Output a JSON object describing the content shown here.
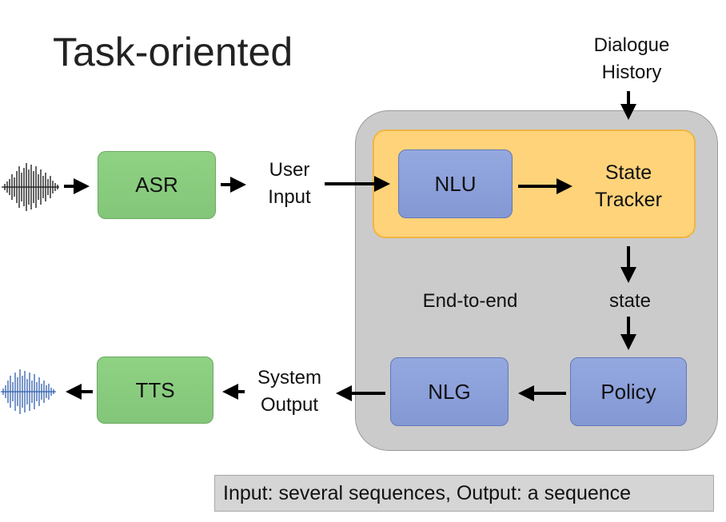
{
  "title": "Task-oriented",
  "inputs": {
    "dialogue_history": [
      "Dialogue",
      "History"
    ],
    "user_input": [
      "User",
      "Input"
    ],
    "system_output": [
      "System",
      "Output"
    ]
  },
  "modules": {
    "asr": "ASR",
    "tts": "TTS",
    "nlu": "NLU",
    "state_tracker": [
      "State",
      "Tracker"
    ],
    "policy": "Policy",
    "nlg": "NLG"
  },
  "labels": {
    "end_to_end": "End-to-end",
    "state": "state"
  },
  "caption": "Input: several  sequences, Output: a sequence",
  "colors": {
    "module_green": "#8fd284",
    "module_blue": "#8fa4dc",
    "tracker_orange": "#ffd37a",
    "container_gray": "#cbcbcb",
    "input_wave": "#111111",
    "output_wave": "#2f5fae"
  }
}
